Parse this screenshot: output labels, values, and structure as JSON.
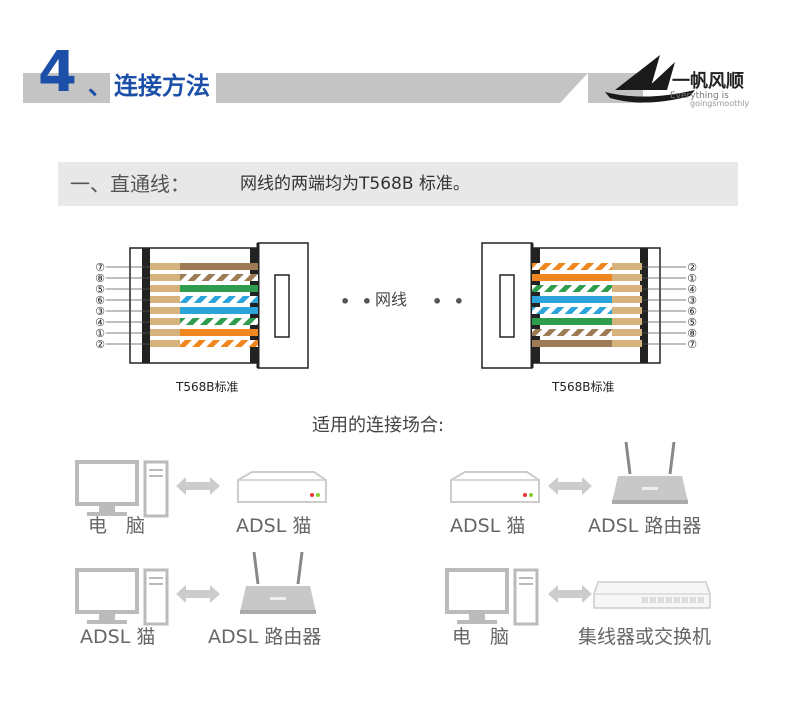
{
  "header": {
    "number": "4",
    "mark": "、",
    "title": "连接方法",
    "logo_text": "一帆风顺",
    "logo_sub": "Everything is",
    "logo_sub2": "goingsmoothly"
  },
  "section": {
    "label": "一、直通线：",
    "desc": "网线的两端均为T568B 标准。"
  },
  "diagram": {
    "cable_label": "网线",
    "left_caption": "T568B标准",
    "right_caption": "T568B标准",
    "left_pins": [
      "⑦",
      "⑧",
      "⑤",
      "⑥",
      "③",
      "④",
      "①",
      "②"
    ],
    "right_pins": [
      "②",
      "①",
      "④",
      "③",
      "⑥",
      "⑤",
      "⑧",
      "⑦"
    ],
    "left_wires": [
      {
        "color": "#9c7b55",
        "striped": false
      },
      {
        "color": "#9c7b55",
        "striped": true
      },
      {
        "color": "#2e9d4e",
        "striped": false
      },
      {
        "color": "#2ba3db",
        "striped": true
      },
      {
        "color": "#2ba3db",
        "striped": false
      },
      {
        "color": "#2e9d4e",
        "striped": true
      },
      {
        "color": "#f0861f",
        "striped": false
      },
      {
        "color": "#f0861f",
        "striped": true
      }
    ],
    "right_wires": [
      {
        "color": "#f0861f",
        "striped": true
      },
      {
        "color": "#f0861f",
        "striped": false
      },
      {
        "color": "#2e9d4e",
        "striped": true
      },
      {
        "color": "#2ba3db",
        "striped": false
      },
      {
        "color": "#2ba3db",
        "striped": true
      },
      {
        "color": "#2e9d4e",
        "striped": false
      },
      {
        "color": "#9c7b55",
        "striped": true
      },
      {
        "color": "#9c7b55",
        "striped": false
      }
    ]
  },
  "applications": {
    "title": "适用的连接场合:",
    "pairs": [
      {
        "left": "电　脑",
        "right": "ADSL 猫"
      },
      {
        "left": "ADSL 猫",
        "right": "ADSL 路由器"
      },
      {
        "left": "ADSL 猫",
        "right": "ADSL 路由器"
      },
      {
        "left": "电　脑",
        "right": "集线器或交换机"
      }
    ]
  },
  "colors": {
    "accent": "#1c4fa8",
    "gray": "#c4c4c4",
    "device": "#d8d8d8"
  }
}
